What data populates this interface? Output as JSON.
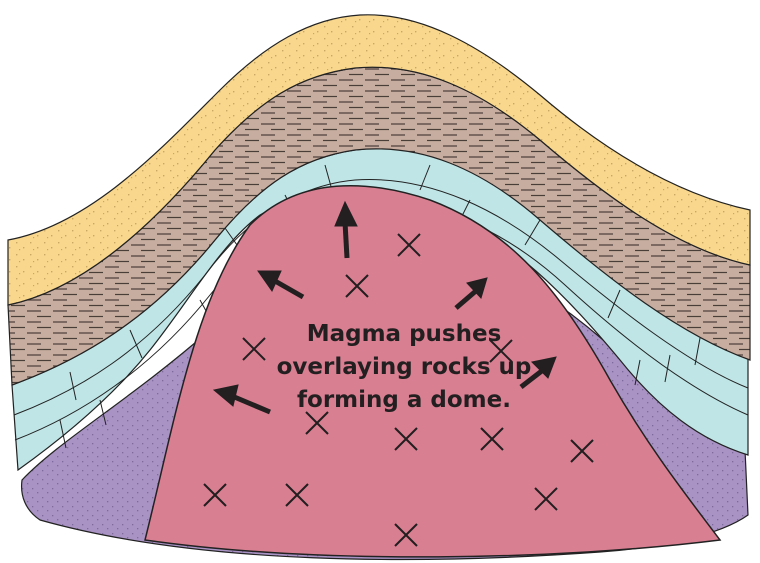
{
  "diagram": {
    "caption_lines": [
      "Magma pushes",
      "overlaying rocks up",
      "forming a dome."
    ],
    "layers": [
      {
        "name": "sandstone",
        "color": "#f9d88e"
      },
      {
        "name": "shale",
        "color": "#c7ad9f"
      },
      {
        "name": "limestone",
        "color": "#bfe5e6"
      },
      {
        "name": "lower-sediment",
        "color": "#a993c4"
      },
      {
        "name": "magma-intrusion",
        "color": "#d97f92"
      }
    ],
    "symbols": {
      "magma_crystal": "x-mark-icon",
      "pressure": "arrow-icon"
    }
  }
}
